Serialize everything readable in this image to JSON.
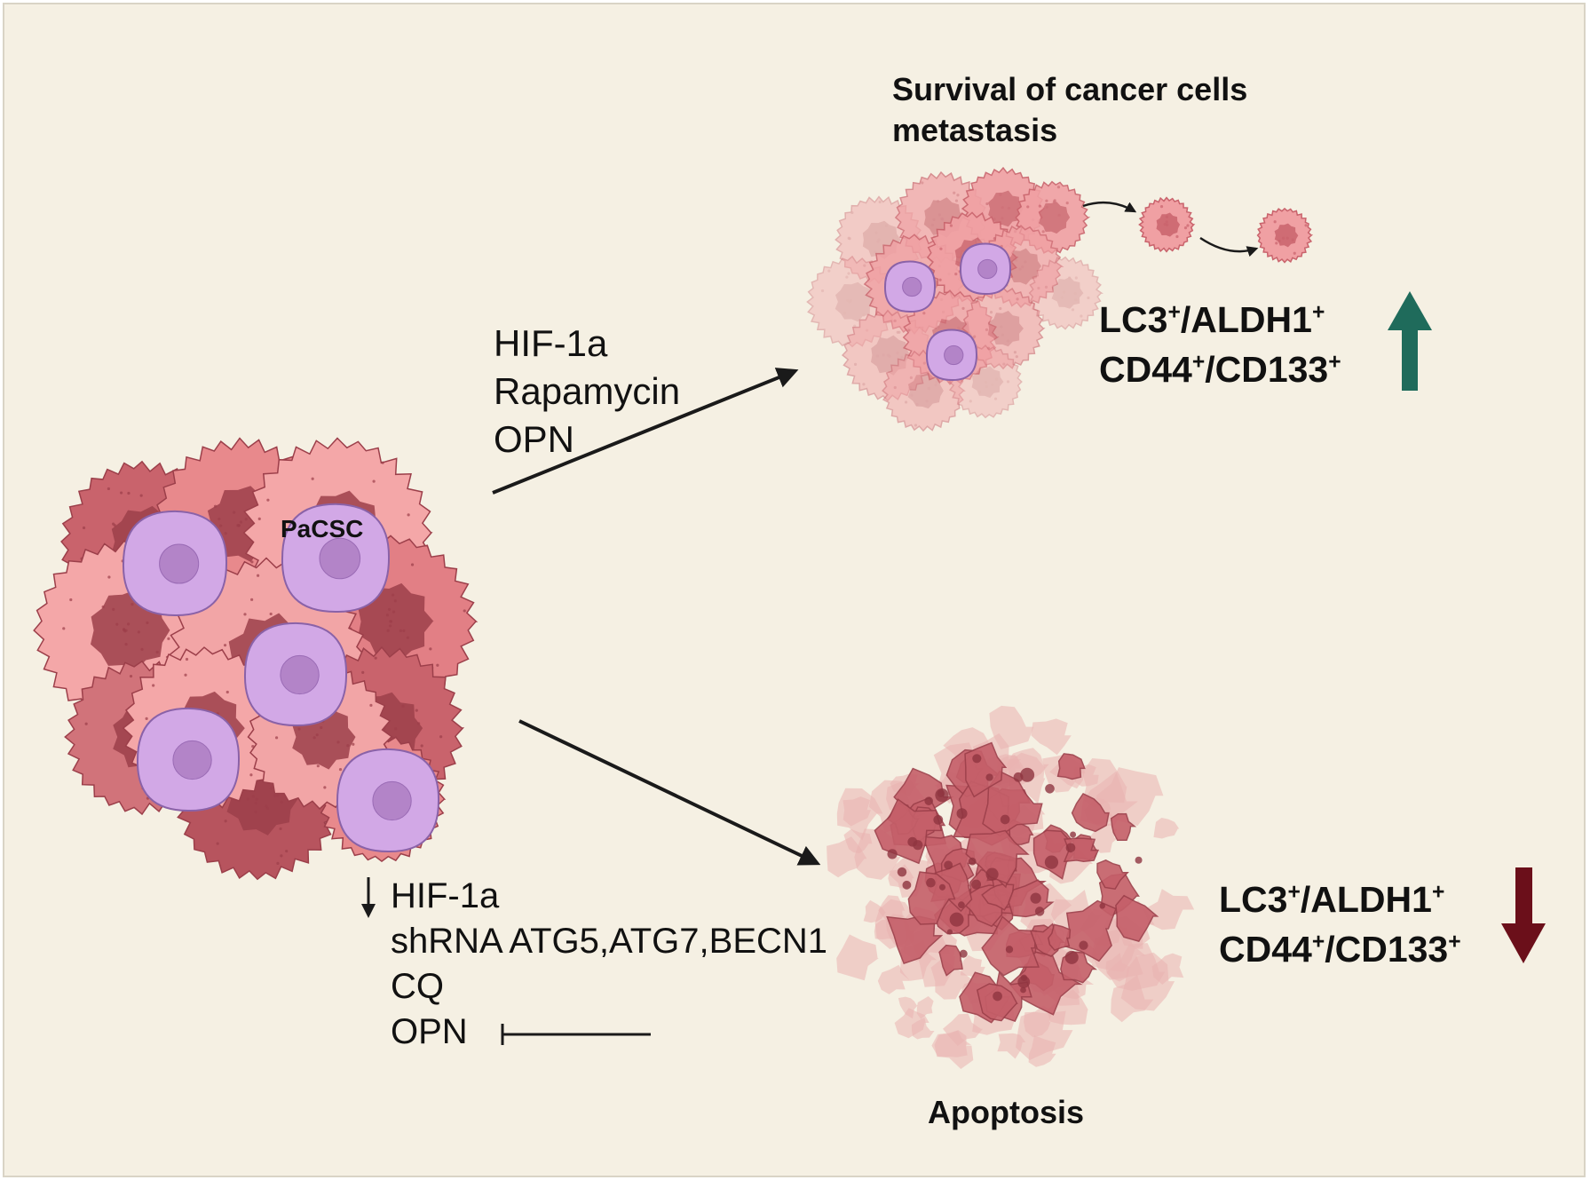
{
  "colors": {
    "background": "#f5f0e3",
    "cell_pink": "#f4a7a8",
    "cell_dark": "#c9636c",
    "stem_cell": "#d2a8e6",
    "up_arrow": "#1f6b5b",
    "down_arrow": "#6b0f1a"
  },
  "labels": {
    "top_title": [
      "Survival of cancer cells",
      "metastasis"
    ],
    "stem_cell_label": "PaCSC",
    "pathway_up": [
      "HIF-1a",
      "Rapamycin",
      "OPN"
    ],
    "pathway_down": [
      "HIF-1a",
      "shRNA ATG5,ATG7,BECN1",
      "CQ",
      "OPN"
    ],
    "bottom_title": "Apoptosis",
    "markers_up": {
      "line1": {
        "m1": "LC3",
        "m2": "ALDH1"
      },
      "line2": {
        "m1": "CD44",
        "m2": "CD133"
      },
      "sup": "+",
      "sep": "/"
    },
    "markers_down": {
      "line1": {
        "m1": "LC3",
        "m2": "ALDH1"
      },
      "line2": {
        "m1": "CD44",
        "m2": "CD133"
      },
      "sup": "+",
      "sep": "/"
    }
  },
  "icons": [
    "up-arrow-icon",
    "down-arrow-icon",
    "small-down-arrow-icon",
    "inhibition-bar-icon"
  ]
}
